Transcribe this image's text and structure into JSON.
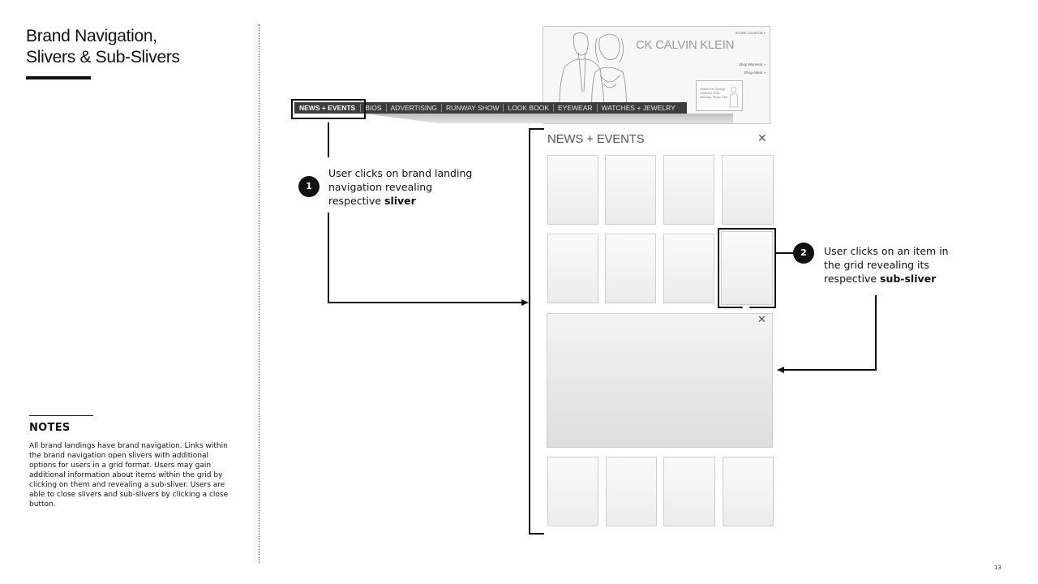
{
  "page": {
    "title_line1": "Brand Navigation,",
    "title_line2": "Slivers & Sub-Slivers",
    "page_number": "13"
  },
  "notes": {
    "heading": "NOTES",
    "body": "All brand landings have brand navigation. Links within the brand navigation open slivers with additional options for users in a grid format. Users may gain additional information about items within the grid by clicking on them and revealing a sub-sliver. Users are able to close slivers and sub-slivers by clicking a close button."
  },
  "hero": {
    "store_locator": "STORE LOCATOR »",
    "brand_logo": "CK CALVIN KLEIN",
    "shop_womens": "Shop Womens »",
    "shop_mens": "Shop Mens »",
    "runway_promo": "Watch the Spring/ Summer 2011 Runway Show Live"
  },
  "nav": {
    "items": [
      "NEWS + EVENTS",
      "BIOS",
      "ADVERTISING",
      "RUNWAY SHOW",
      "LOOK BOOK",
      "EYEWEAR",
      "WATCHES + JEWELRY"
    ]
  },
  "callouts": {
    "step1": {
      "number": "1",
      "text": "User clicks on brand landing navigation revealing respective ",
      "bold": "sliver"
    },
    "step2": {
      "number": "2",
      "text": "User clicks on an item in the grid revealing its respective ",
      "bold": "sub-sliver"
    }
  },
  "sliver": {
    "title": "NEWS + EVENTS",
    "close_glyph": "✕",
    "sub_close_glyph": "✕"
  }
}
